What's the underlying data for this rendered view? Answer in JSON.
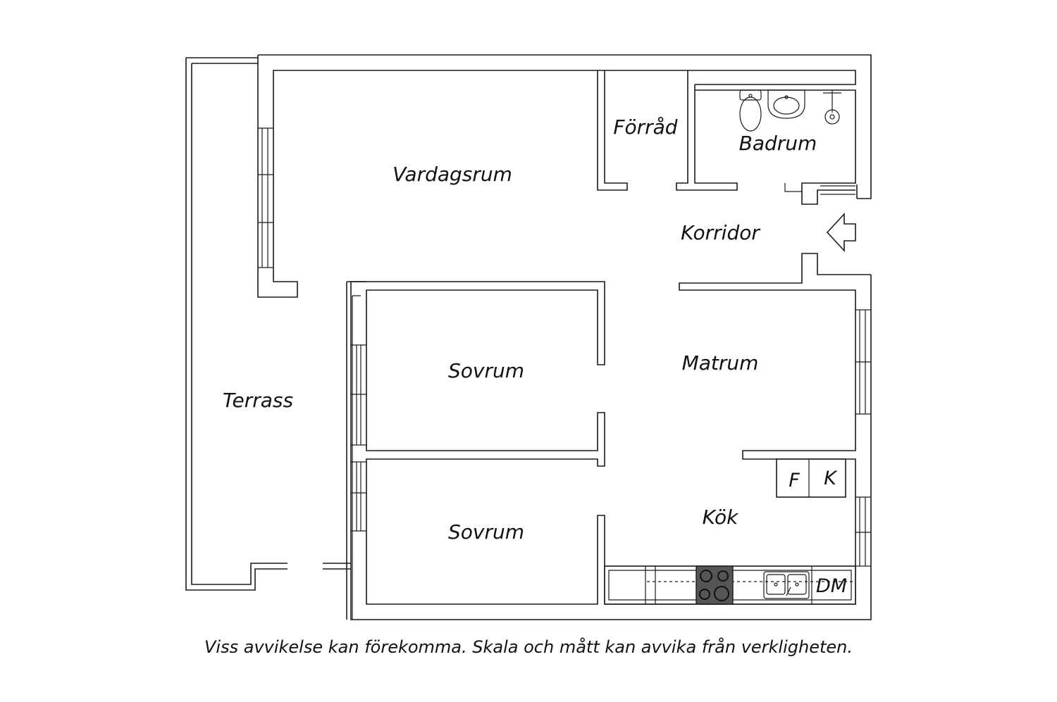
{
  "rooms": {
    "vardagsrum": "Vardagsrum",
    "forrad": "Förråd",
    "badrum": "Badrum",
    "korridor": "Korridor",
    "sovrum_1": "Sovrum",
    "sovrum_2": "Sovrum",
    "matrum": "Matrum",
    "kok": "Kök",
    "terrass": "Terrass"
  },
  "fixtures": {
    "fridge": "F",
    "freezer": "K",
    "dishwasher": "DM"
  },
  "icons": [
    "entrance-arrow-icon",
    "toilet-icon",
    "sink-icon",
    "shower-icon",
    "stove-icon",
    "kitchen-sink-icon"
  ],
  "colors": {
    "wall": "#1a1a1a",
    "stove": "#555555",
    "background": "#ffffff"
  },
  "disclaimer": "Viss avvikelse kan förekomma. Skala och mått kan avvika från verkligheten."
}
